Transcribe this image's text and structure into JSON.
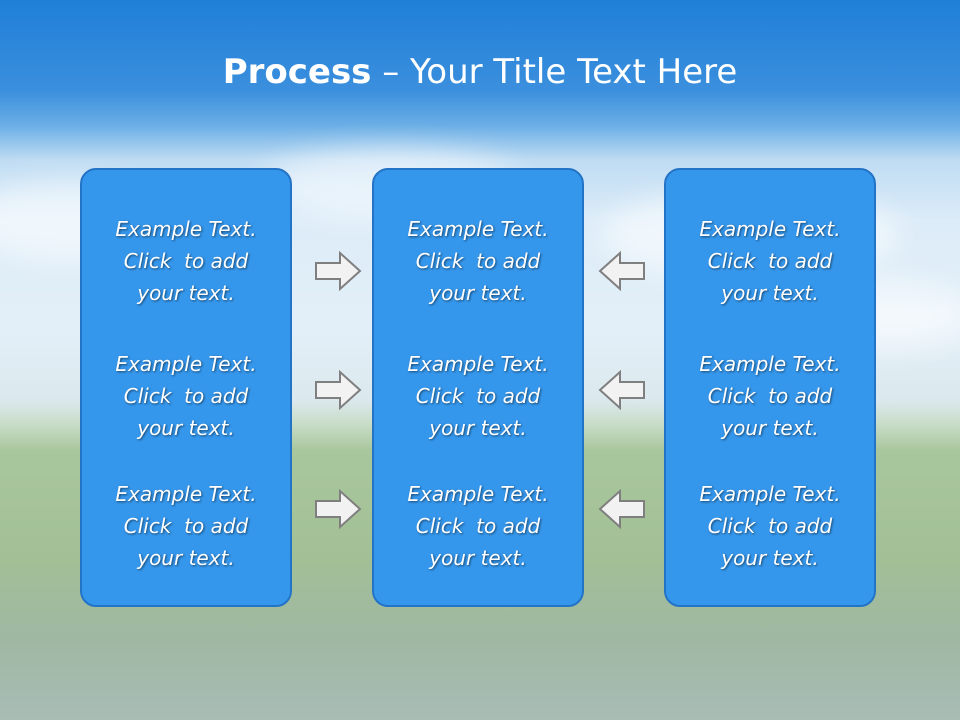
{
  "title": {
    "bold": "Process",
    "rest": " – Your Title Text Here"
  },
  "columns": [
    {
      "items": [
        {
          "line1": "Example Text.",
          "line2": "Click  to add",
          "line3": "your text."
        },
        {
          "line1": "Example Text.",
          "line2": "Click  to add",
          "line3": "your text."
        },
        {
          "line1": "Example Text.",
          "line2": "Click  to add",
          "line3": "your text."
        }
      ]
    },
    {
      "items": [
        {
          "line1": "Example Text.",
          "line2": "Click  to add",
          "line3": "your text."
        },
        {
          "line1": "Example Text.",
          "line2": "Click  to add",
          "line3": "your text."
        },
        {
          "line1": "Example Text.",
          "line2": "Click  to add",
          "line3": "your text."
        }
      ]
    },
    {
      "items": [
        {
          "line1": "Example Text.",
          "line2": "Click  to add",
          "line3": "your text."
        },
        {
          "line1": "Example Text.",
          "line2": "Click  to add",
          "line3": "your text."
        },
        {
          "line1": "Example Text.",
          "line2": "Click  to add",
          "line3": "your text."
        }
      ]
    }
  ],
  "arrows": {
    "left_direction": "right",
    "right_direction": "left",
    "fill": "#f2f2f2",
    "stroke": "#7f7f7f"
  },
  "colors": {
    "panel_fill": "#3597ec",
    "panel_border": "#2373c6",
    "title_bar": "#1f7fd8"
  }
}
